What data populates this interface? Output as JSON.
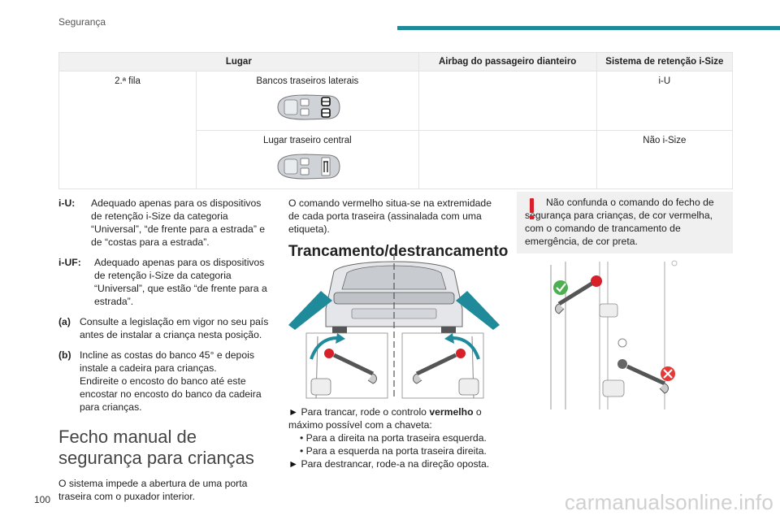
{
  "header": {
    "section_title": "Segurança"
  },
  "table": {
    "headers": [
      "Lugar",
      "Airbag do passageiro dianteiro",
      "Sistema de retenção i-Size"
    ],
    "row_label": "2.ª fila",
    "rows": [
      {
        "seat": "Bancos traseiros laterais",
        "airbag": "",
        "isize": "i-U",
        "icon": "car-seat-outer-icon"
      },
      {
        "seat": "Lugar traseiro central",
        "airbag": "",
        "isize": "Não i-Size",
        "icon": "car-seat-center-icon"
      }
    ]
  },
  "definitions": [
    {
      "key": "i-U:",
      "text": "Adequado apenas para os dispositivos de retenção i-Size da categoria “Universal”, “de frente para a estrada” e de “costas para a estrada”."
    },
    {
      "key": "i-UF:",
      "text": "Adequado apenas para os dispositivos de retenção i-Size da categoria “Universal”, que estão “de frente para a estrada”."
    },
    {
      "key": "(a)",
      "text": "Consulte a legislação em vigor no seu país antes de instalar a criança nesta posição."
    },
    {
      "key": "(b)",
      "text": "Incline as costas do banco 45° e depois instale a cadeira para crianças."
    }
  ],
  "definition_b_extra": "Endireite o encosto do banco até este encostar no encosto do banco da cadeira para crianças.",
  "section_heading_line1": "Fecho manual de",
  "section_heading_line2": "segurança para crianças",
  "section_intro": "O sistema impede a abertura de uma porta traseira com o puxador interior.",
  "mid_text": "O comando vermelho situa-se na extremidade de cada porta traseira (assinalada com uma etiqueta).",
  "sub_heading": "Trancamento/destrancamento",
  "instr": {
    "arrow": "►",
    "lock_pre": "Para trancar, rode o controlo ",
    "lock_bold": "vermelho",
    "lock_post": " o máximo possível com a chaveta:",
    "bullet_left": "Para a direita na porta traseira esquerda.",
    "bullet_right": "Para a esquerda na porta traseira direita.",
    "unlock": "Para destrancar, rode-a na direção oposta."
  },
  "warning": {
    "icon": "exclamation-icon",
    "text": "Não confunda o comando do fecho de segurança para crianças, de cor vermelha, com o comando de trancamento de emergência, de cor preta."
  },
  "footer": {
    "page_number": "100",
    "watermark": "carmanualsonline.info"
  },
  "colors": {
    "accent": "#1f8a9a",
    "red": "#d6202a",
    "green": "#4caf50"
  }
}
